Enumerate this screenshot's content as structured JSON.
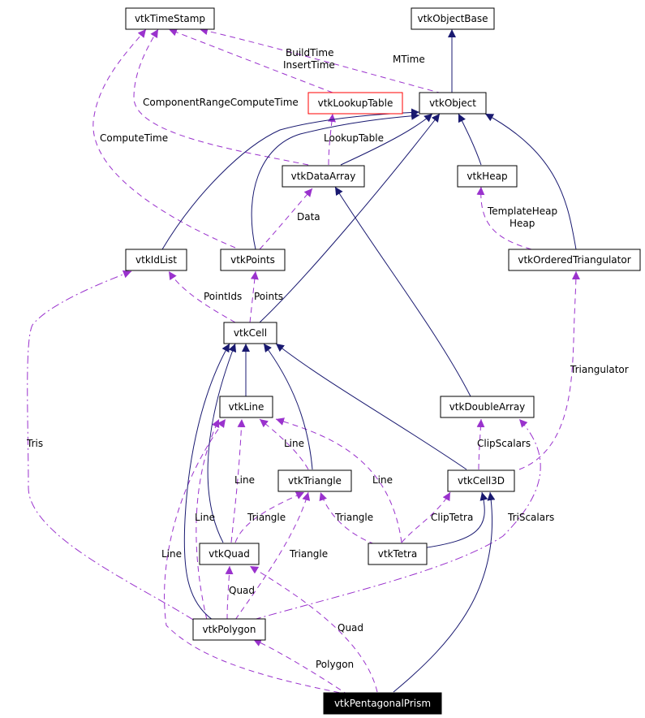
{
  "nodes": {
    "timestamp": "vtkTimeStamp",
    "objectbase": "vtkObjectBase",
    "lookuptable": "vtkLookupTable",
    "object": "vtkObject",
    "dataarray": "vtkDataArray",
    "heap": "vtkHeap",
    "idlist": "vtkIdList",
    "points": "vtkPoints",
    "orderedtriangulator": "vtkOrderedTriangulator",
    "cell": "vtkCell",
    "line": "vtkLine",
    "doublearray": "vtkDoubleArray",
    "triangle": "vtkTriangle",
    "cell3d": "vtkCell3D",
    "quad": "vtkQuad",
    "tetra": "vtkTetra",
    "polygon": "vtkPolygon",
    "pentagonalprism": "vtkPentagonalPrism"
  },
  "edge_labels": {
    "buildtime": "BuildTime",
    "inserttime": "InsertTime",
    "mtime": "MTime",
    "componentrange": "ComponentRangeComputeTime",
    "computetime": "ComputeTime",
    "lookuptable": "LookupTable",
    "templateheap": "TemplateHeap",
    "heap": "Heap",
    "data": "Data",
    "pointids": "PointIds",
    "points": "Points",
    "triangulator": "Triangulator",
    "tris": "Tris",
    "line_tri": "Line",
    "line_tetra": "Line",
    "clipscalars": "ClipScalars",
    "line_quad": "Line",
    "triangle_quad": "Triangle",
    "triangle_tetra": "Triangle",
    "cliptetra": "ClipTetra",
    "triscalars": "TriScalars",
    "line_poly1": "Line",
    "line_poly2": "Line",
    "triangle_poly": "Triangle",
    "quad_poly": "Quad",
    "quad_prism": "Quad",
    "polygon_prism": "Polygon"
  },
  "colors": {
    "inheritance": "#191970",
    "usage": "#9a32cd",
    "highlight_border": "#ff0000"
  }
}
